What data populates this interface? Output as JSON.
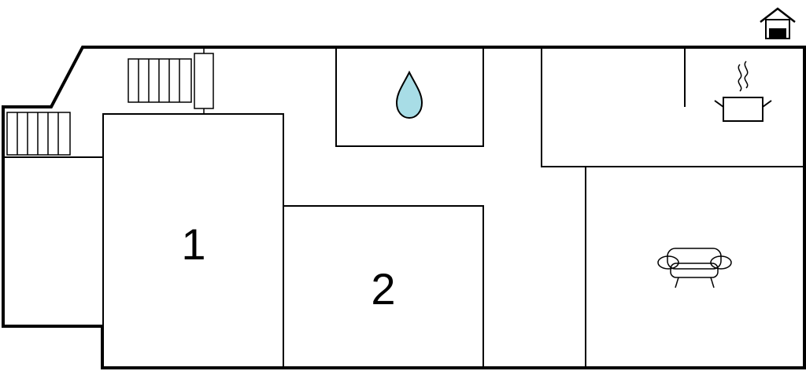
{
  "floor_plan": {
    "rooms": [
      {
        "id": "bedroom-1",
        "label": "1"
      },
      {
        "id": "bedroom-2",
        "label": "2"
      }
    ],
    "icons": [
      "house-icon",
      "stairs-icon",
      "stairs-icon",
      "radiator-icon",
      "water-drop-icon",
      "cooking-pot-icon",
      "sofa-icon"
    ],
    "colors": {
      "walls": "#000000",
      "background": "#ffffff",
      "water_drop": "#a8dde6",
      "house_icon_door": "#000000"
    }
  }
}
